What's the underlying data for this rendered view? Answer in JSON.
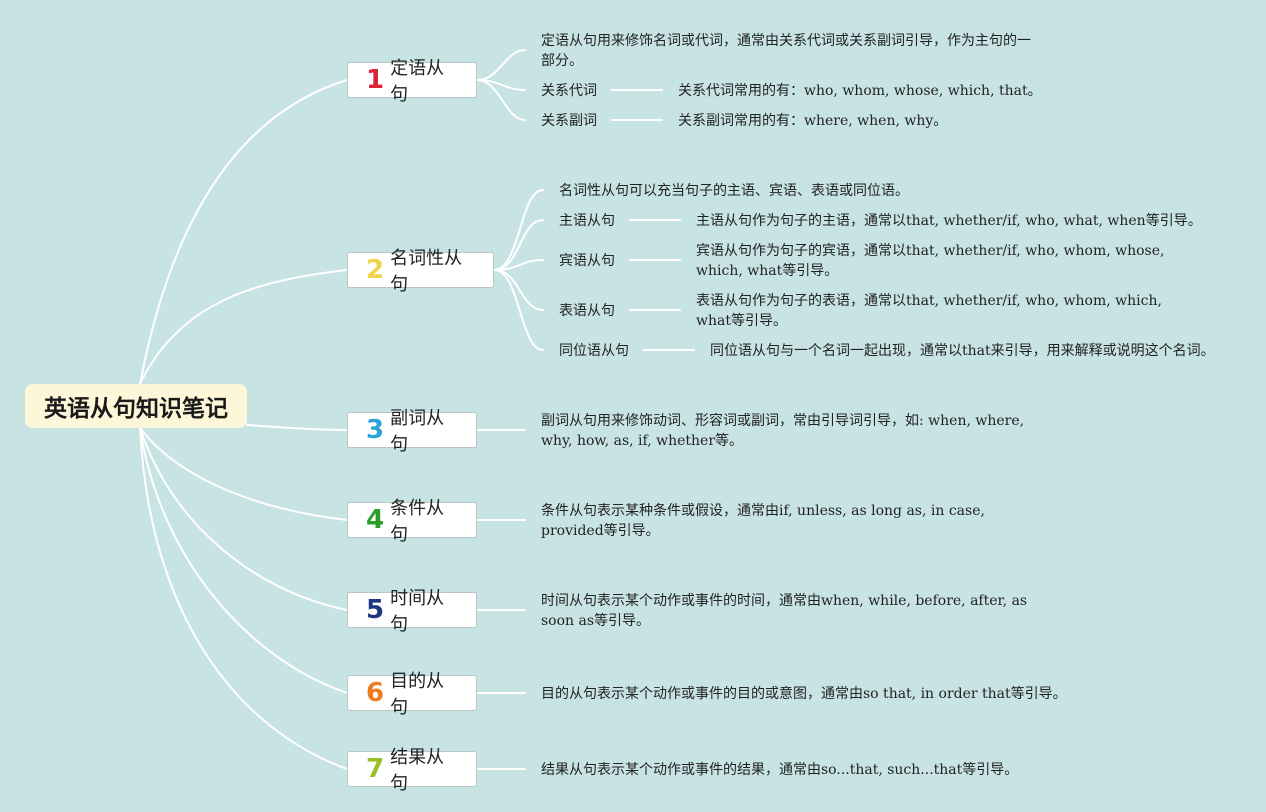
{
  "root": {
    "title": "英语从句知识笔记"
  },
  "branches": [
    {
      "num": "1",
      "label": "定语从句",
      "color": "#d9233b",
      "desc": "定语从句用来修饰名词或代词，通常由关系代词或关系副词引导，作为主句的一部分。",
      "subs": [
        {
          "label": "关系代词",
          "text": "关系代词常用的有：who, whom, whose, which, that。"
        },
        {
          "label": "关系副词",
          "text": "关系副词常用的有：where, when, why。"
        }
      ]
    },
    {
      "num": "2",
      "label": "名词性从句",
      "color": "#f0d447",
      "desc": "名词性从句可以充当句子的主语、宾语、表语或同位语。",
      "subs": [
        {
          "label": "主语从句",
          "text": "主语从句作为句子的主语，通常以that, whether/if, who, what, when等引导。"
        },
        {
          "label": "宾语从句",
          "text": "宾语从句作为句子的宾语，通常以that, whether/if, who, whom, whose, which, what等引导。"
        },
        {
          "label": "表语从句",
          "text": "表语从句作为句子的表语，通常以that, whether/if, who, whom, which, what等引导。"
        },
        {
          "label": "同位语从句",
          "text": "同位语从句与一个名词一起出现，通常以that来引导，用来解释或说明这个名词。"
        }
      ]
    },
    {
      "num": "3",
      "label": "副词从句",
      "color": "#2aa3d8",
      "desc": "副词从句用来修饰动词、形容词或副词，常由引导词引导，如: when, where, why, how, as, if, whether等。"
    },
    {
      "num": "4",
      "label": "条件从句",
      "color": "#2a9d2a",
      "desc": "条件从句表示某种条件或假设，通常由if, unless, as long as, in case, provided等引导。"
    },
    {
      "num": "5",
      "label": "时间从句",
      "color": "#1f3580",
      "desc": "时间从句表示某个动作或事件的时间，通常由when, while, before, after, as soon as等引导。"
    },
    {
      "num": "6",
      "label": "目的从句",
      "color": "#f07a1e",
      "desc": "目的从句表示某个动作或事件的目的或意图，通常由so that, in order that等引导。"
    },
    {
      "num": "7",
      "label": "结果从句",
      "color": "#9abf24",
      "desc": "结果从句表示某个动作或事件的结果，通常由so...that, such...that等引导。"
    }
  ]
}
